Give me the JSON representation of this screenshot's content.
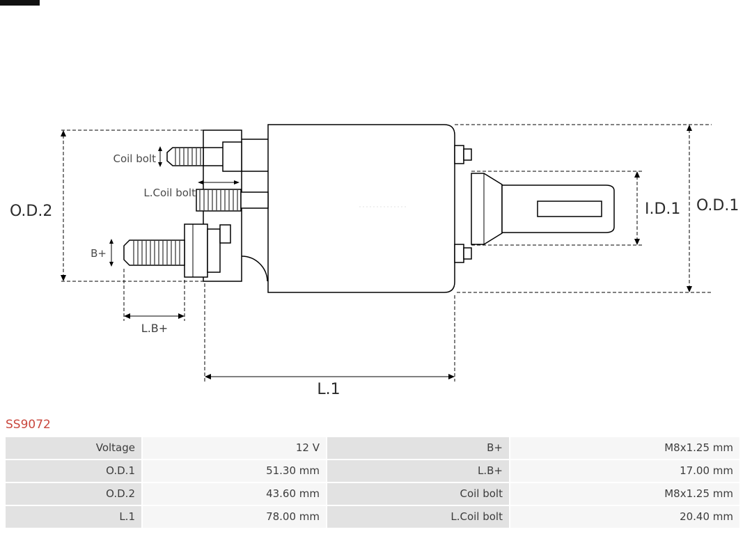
{
  "title": "SS9072",
  "colors": {
    "title_red": "#c9473d",
    "label_cell_bg": "#e2e2e2",
    "value_cell_bg": "#f6f6f6",
    "line_color": "#000000"
  },
  "diagram": {
    "labels": {
      "od2": "O.D.2",
      "od1": "O.D.1",
      "id1": "I.D.1",
      "l1": "L.1",
      "lb_plus": "L.B+",
      "b_plus": "B+",
      "coil_bolt": "Coil bolt",
      "l_coil_bolt": "L.Coil bolt"
    }
  },
  "table": {
    "rows": [
      {
        "cells": [
          "Voltage",
          "12 V",
          "B+",
          "M8x1.25 mm"
        ]
      },
      {
        "cells": [
          "O.D.1",
          "51.30 mm",
          "L.B+",
          "17.00 mm"
        ]
      },
      {
        "cells": [
          "O.D.2",
          "43.60 mm",
          "Coil bolt",
          "M8x1.25 mm"
        ]
      },
      {
        "cells": [
          "L.1",
          "78.00 mm",
          "L.Coil bolt",
          "20.40 mm"
        ]
      }
    ]
  }
}
